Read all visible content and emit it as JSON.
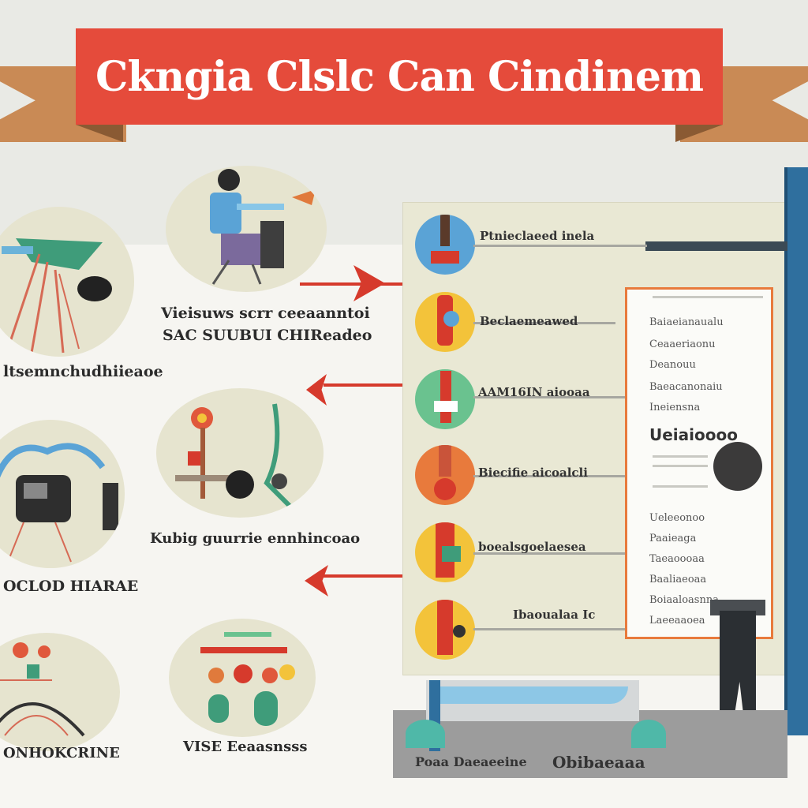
{
  "banner": {
    "title": "Ckngia Clslc Can Cindinem"
  },
  "left_items": [
    {
      "caption": "Vieisuws scrr ceeaanntoi"
    },
    {
      "caption": "SAC SUUBUI CHIReadeo"
    },
    {
      "caption": "ltsemnchudhiieaoe"
    },
    {
      "caption": "Kubig guurrie ennhincoao"
    },
    {
      "caption": "OCLOD HIARAE"
    },
    {
      "caption": "ONHOKCRINE"
    },
    {
      "caption": "VISE Eeaasnsss"
    }
  ],
  "right_rows": [
    {
      "label": "Ptnieclaeed inela"
    },
    {
      "label": "Beclaemeawed"
    },
    {
      "label": "AAM16IN aiooaa"
    },
    {
      "label": "Biecifie aicoalcli"
    },
    {
      "label": "boealsgoelaesea"
    },
    {
      "label": "Ibaoualaa Ic"
    }
  ],
  "document": {
    "lines": [
      "Baiaeianaualu",
      "Ceaaeriaonu",
      "Deanouu",
      "Baeacanonaiu",
      "Ineiensna",
      "Ueleeonoo",
      "Paaieaga",
      "Taeaoooaa",
      "Baaliaeoaa",
      "Boiaaloasnna",
      "Laeeaaoea"
    ],
    "heading": "Ueiaioooo"
  },
  "machine": {
    "label_left": "Poaa Daeaeeine",
    "label_right": "Obibaeaaa"
  },
  "colors": {
    "banner": "#e54b3b",
    "arrow": "#d63a2c",
    "doc_border": "#e87a3c",
    "pillar": "#2f6f9e"
  }
}
